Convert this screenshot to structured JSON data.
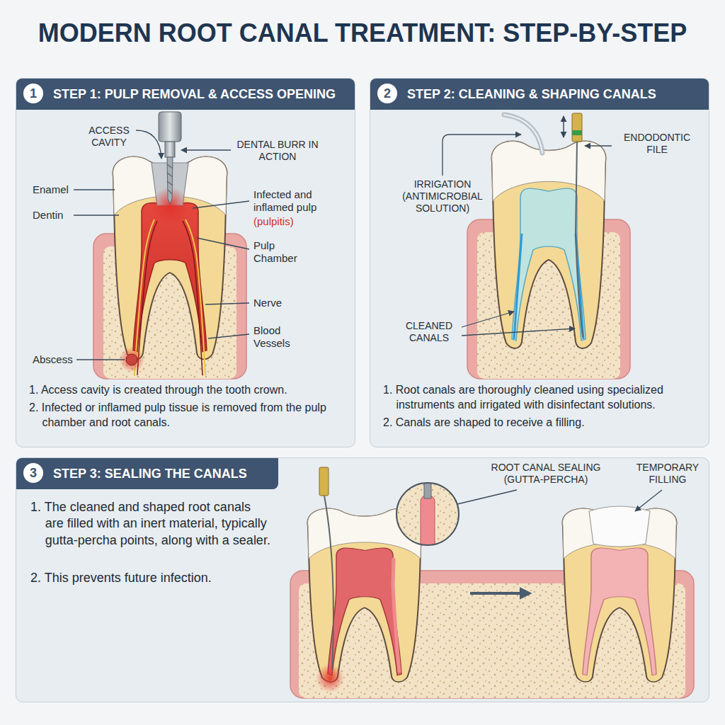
{
  "diagram": {
    "title": "MODERN ROOT CANAL TREATMENT: STEP-BY-STEP",
    "nodes": [
      {
        "text": [
          "STEP 1: PULP REMOVAL & ACCESS OPENING",
          "1. Access cavity is created through the tooth crown.",
          "2. Infected or inflamed pulp tissue is removed from the pulp chamber and root canals."
        ]
      },
      {
        "text": [
          "1"
        ],
        "in": 0
      },
      {
        "text": [
          "STEP 2: CLEANING & SHAPING CANALS",
          "1. Root canals are thoroughly cleaned using specialized instruments and irrigated with disinfectant solutions.",
          "2. Canals are shaped to receive a filling."
        ]
      },
      {
        "text": [
          "2"
        ],
        "in": 2
      },
      {
        "text": [
          "STEP 3: SEALING THE CANALS",
          "1. The cleaned and shaped root canals are filled with an inert material, typically gutta-percha points, along with a sealer.",
          "2. This prevents future infection."
        ]
      },
      {
        "text": [
          "3"
        ],
        "in": 4
      }
    ],
    "labels": [
      "ACCESS CAVITY",
      "DENTAL BURR IN ACTION",
      "Enamel",
      "Dentin",
      "Infected and inflamed pulp",
      "(pulpitis)",
      "Pulp Chamber",
      "Nerve",
      "Blood Vessels",
      "Abscess",
      "IRRIGATION (ANTIMICROBIAL SOLUTION)",
      "ENDODONTIC FILE",
      "CLEANED CANALS",
      "ROOT CANAL SEALING (GUTTA-PERCHA)",
      "TEMPORARY FILLING"
    ]
  }
}
